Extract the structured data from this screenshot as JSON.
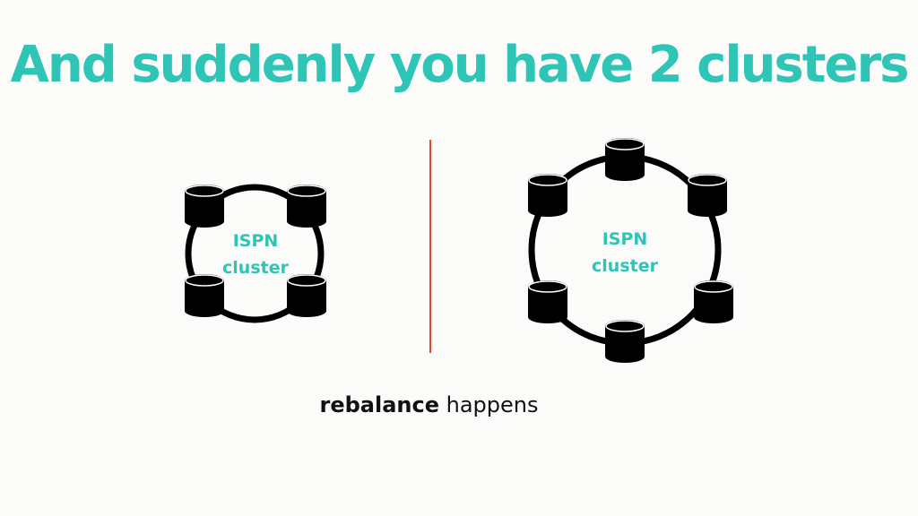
{
  "slide": {
    "title": "And suddenly you have 2 clusters",
    "caption_bold": "rebalance",
    "caption_rest": " happens"
  },
  "clusters": {
    "left": {
      "label_line1": "ISPN",
      "label_line2": "cluster",
      "node_count": 4
    },
    "right": {
      "label_line1": "ISPN",
      "label_line2": "cluster",
      "node_count": 6
    }
  },
  "colors": {
    "accent": "#2ec4b6",
    "divider": "#e8472d",
    "node": "#000000",
    "background": "#fbfbf9"
  }
}
